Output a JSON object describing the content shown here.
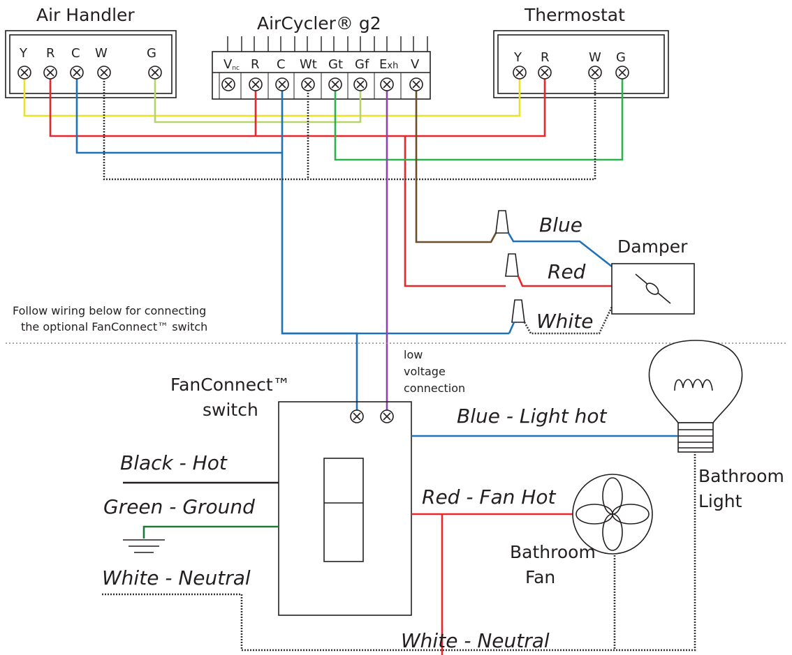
{
  "air_handler": {
    "title": "Air Handler",
    "terminals": [
      "Y",
      "R",
      "C",
      "W",
      "G"
    ]
  },
  "aircycler": {
    "title": "AirCycler® g2",
    "terminals": [
      "V",
      "R",
      "C",
      "Wt",
      "Gt",
      "Gf",
      "E",
      "V"
    ],
    "v_sub": "nc",
    "e_sub": "xh"
  },
  "thermostat": {
    "title": "Thermostat",
    "terminals": [
      "Y",
      "R",
      "W",
      "G"
    ]
  },
  "damper": {
    "title": "Damper",
    "wire_labels": {
      "blue": "Blue",
      "red": "Red",
      "white": "White"
    }
  },
  "notes": {
    "follow_line1": "Follow wiring below for connecting",
    "follow_line2": "the optional FanConnect™ switch",
    "low_voltage": [
      "low",
      "voltage",
      "connection"
    ]
  },
  "switch": {
    "title_line1": "FanConnect™",
    "title_line2": "switch"
  },
  "wire_labels": {
    "black_hot": "Black - Hot",
    "green_ground": "Green  - Ground",
    "white_neutral_left": "White  - Neutral",
    "blue_light_hot": "Blue - Light hot",
    "red_fan_hot": "Red - Fan Hot",
    "white_neutral_bottom": "White  - Neutral"
  },
  "fixtures": {
    "light_line1": "Bathroom",
    "light_line2": "Light",
    "fan_line1": "Bathroom",
    "fan_line2": "Fan"
  },
  "colors": {
    "yellow": "#e8e22a",
    "red": "#e8262b",
    "blue": "#1f72b8",
    "lightgreen": "#b5d56a",
    "green": "#2bb24c",
    "purple": "#8e44ad",
    "brown": "#6b4f2a",
    "black": "#231f20",
    "darkgreen": "#1b7a3a",
    "dotted": "#333333"
  }
}
